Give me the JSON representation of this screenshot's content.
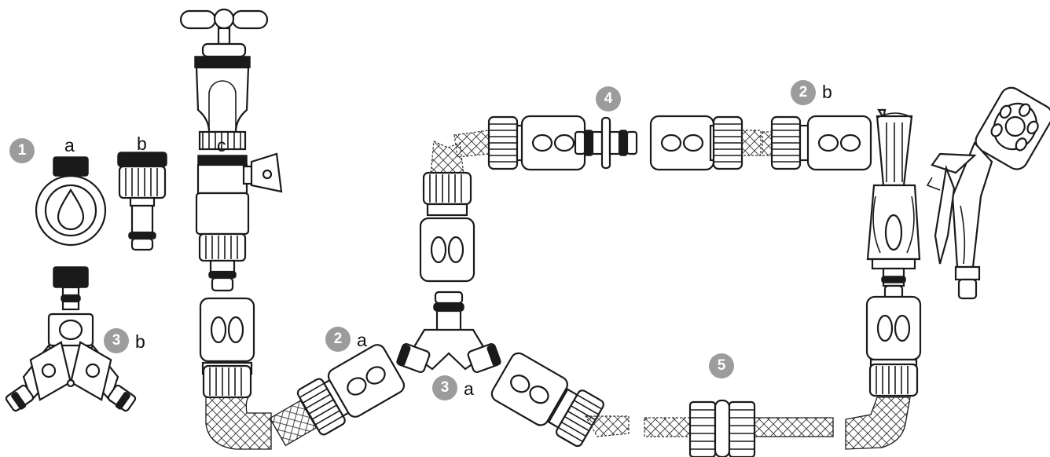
{
  "badges": {
    "b1": "1",
    "b2a": "2",
    "b2b": "2",
    "b3a": "3",
    "b3b": "3",
    "b4": "4",
    "b5": "5"
  },
  "letters": {
    "a_timer": "a",
    "b_tap_adapter": "b",
    "c_tap_connector": "c",
    "a_2": "a",
    "b_2": "b",
    "a_3": "a",
    "b_3": "b"
  },
  "colors": {
    "badge": "#9c9c9c",
    "line": "#1a1a1a",
    "fill": "#ffffff"
  }
}
